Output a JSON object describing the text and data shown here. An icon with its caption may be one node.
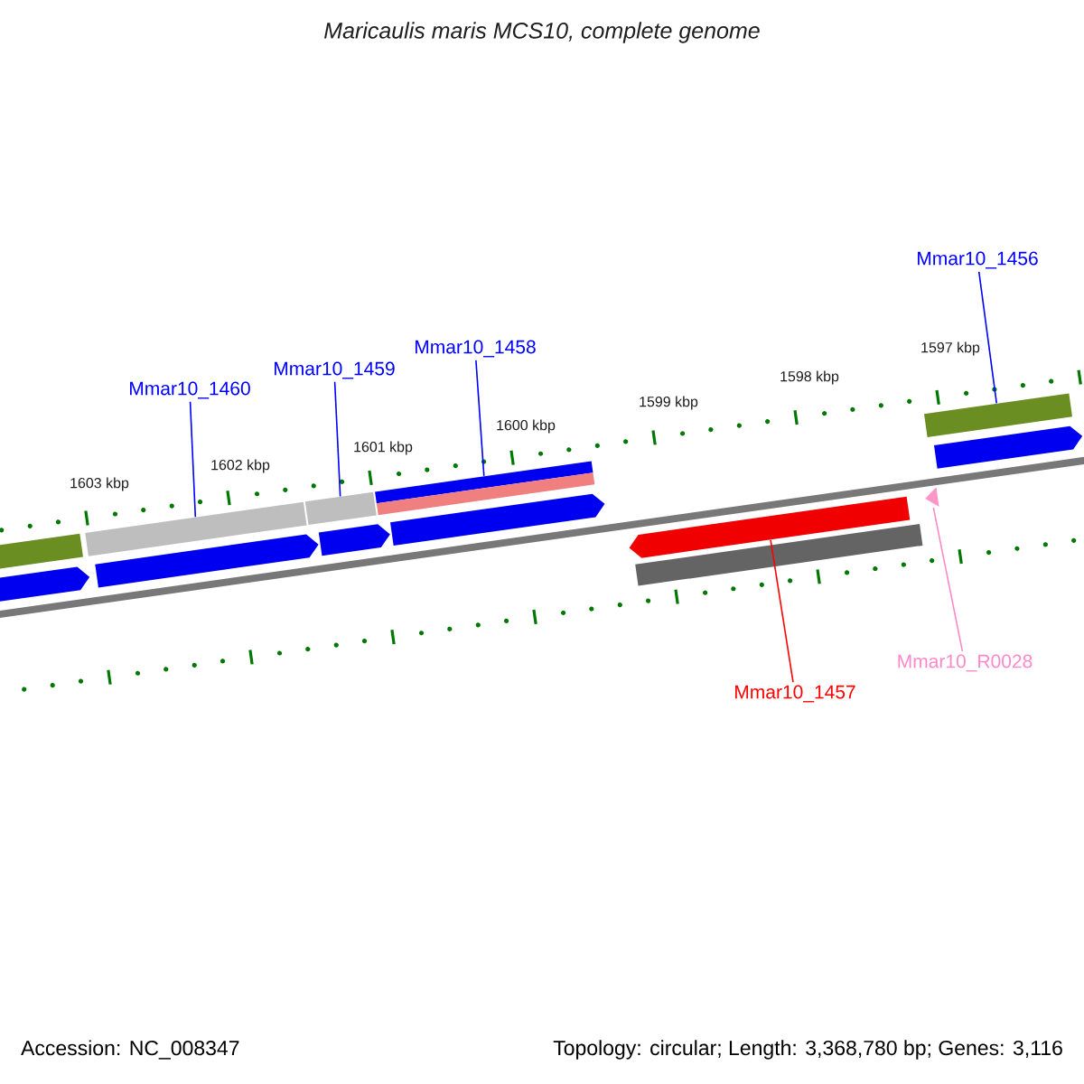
{
  "diagram": {
    "title": "Maricaulis maris MCS10, complete genome",
    "nodes": [
      {
        "text": [
          "Mmar10_1460"
        ]
      },
      {
        "text": [
          "Mmar10_1459"
        ]
      },
      {
        "text": [
          "Mmar10_1458"
        ]
      },
      {
        "text": [
          "Mmar10_1456"
        ]
      },
      {
        "text": [
          "Mmar10_1457"
        ]
      },
      {
        "text": [
          "Mmar10_R0028"
        ]
      },
      {
        "text": [],
        "shape": "bar"
      },
      {
        "text": [],
        "shape": "bar"
      },
      {
        "text": [],
        "shape": "bar"
      },
      {
        "text": [],
        "shape": "bar"
      },
      {
        "text": [],
        "shape": "arrow"
      },
      {
        "text": [],
        "shape": "triangle"
      },
      {
        "text": [],
        "shape": "bar"
      },
      {
        "text": [],
        "shape": "arrow"
      },
      {
        "text": [],
        "shape": "arrow"
      },
      {
        "text": [],
        "shape": "arrow"
      },
      {
        "text": [],
        "shape": "arrow"
      },
      {
        "text": [],
        "shape": "arrow"
      },
      {
        "text": [],
        "shape": "bar"
      }
    ],
    "edges": [
      {
        "from": 0,
        "to": 6,
        "arrow": "none"
      },
      {
        "from": 1,
        "to": 7,
        "arrow": "none"
      },
      {
        "from": 2,
        "to": 8,
        "arrow": "none"
      },
      {
        "from": 3,
        "to": 9,
        "arrow": "none"
      },
      {
        "from": 4,
        "to": 10,
        "arrow": "none",
        "color": "#ff0000"
      },
      {
        "from": 5,
        "to": 11,
        "arrow": "none",
        "color": "#ff88c8"
      }
    ],
    "labels": [
      "1603 kbp",
      "1602 kbp",
      "1601 kbp",
      "1600 kbp",
      "1599 kbp",
      "1598 kbp",
      "1597 kbp",
      "Accession: NC_008347",
      "Topology: circular; Length: 3,368,780 bp; Genes: 3,116"
    ]
  }
}
